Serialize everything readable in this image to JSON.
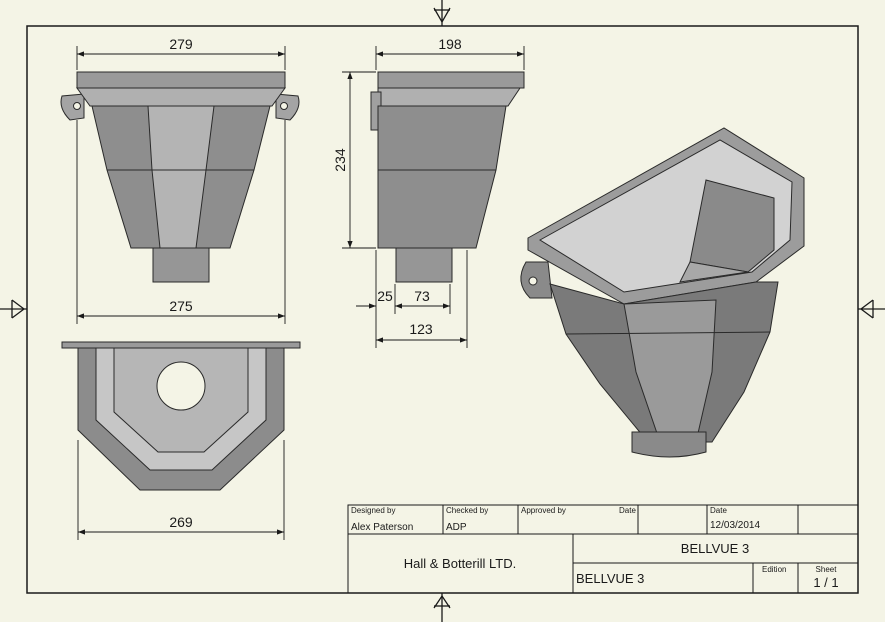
{
  "colors": {
    "paper": "#f4f4e6",
    "line": "#1a1a1a",
    "part_light": "#b8b8b8",
    "part_mid": "#8c8c8c",
    "part_dark": "#5e5e5e"
  },
  "dimensions": {
    "front_top_width": "279",
    "front_bottom_width": "275",
    "side_top_width": "198",
    "side_height": "234",
    "side_offset": "25",
    "side_outlet": "73",
    "side_total": "123",
    "top_view_width": "269"
  },
  "title_block": {
    "designed_by_label": "Designed by",
    "designed_by": "Alex Paterson",
    "checked_by_label": "Checked by",
    "checked_by": "ADP",
    "approved_by_label": "Approved by",
    "date_label_1": "Date",
    "date_label_2": "Date",
    "date": "12/03/2014",
    "company": "Hall & Botterill LTD.",
    "part_name": "BELLVUE 3",
    "drawing_name": "BELLVUE 3",
    "edition_label": "Edition",
    "sheet_label": "Sheet",
    "sheet": "1 / 1"
  }
}
